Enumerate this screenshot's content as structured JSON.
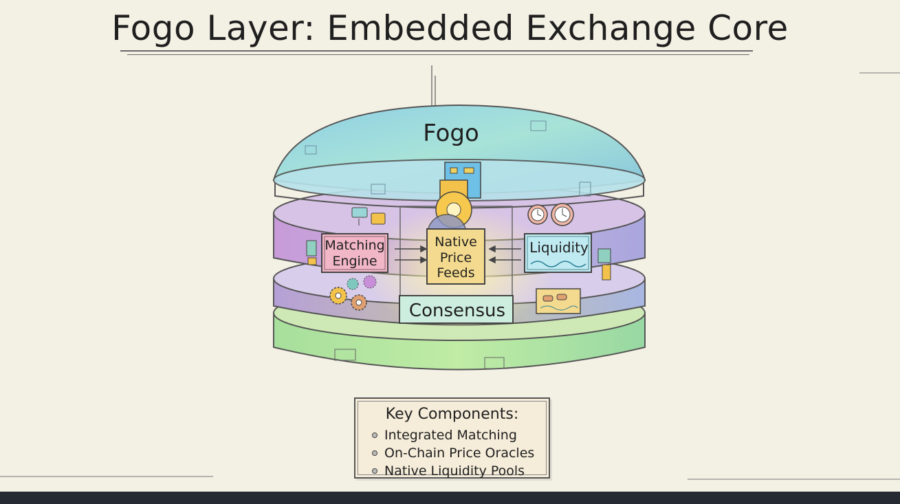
{
  "title": "Fogo Layer: Embedded Exchange Core",
  "dome_label": "Fogo",
  "components": {
    "matching_engine": [
      "Matching",
      "Engine"
    ],
    "price_feeds": [
      "Native",
      "Price",
      "Feeds"
    ],
    "liquidity": "Liquidity",
    "consensus": "Consensus"
  },
  "legend": {
    "title": "Key Components:",
    "items": [
      "Integrated Matching",
      "On-Chain Price Oracles",
      "Native Liquidity Pools"
    ]
  },
  "colors": {
    "background": "#f3f0e4",
    "dome": "#8ecfe0",
    "layer_purple": "#b99fd6",
    "layer_base": "#a9e0a6",
    "box_pink": "#f0b8c8",
    "box_yellow": "#f3da8c",
    "box_cyan": "#bfeaf2",
    "box_mint": "#cdeede",
    "footer": "#262b33"
  },
  "icons": [
    "speech-bubble-icon",
    "clock-icon",
    "gear-icon",
    "chip-icon",
    "card-icon",
    "arrow-right-icon",
    "arrow-left-icon"
  ]
}
